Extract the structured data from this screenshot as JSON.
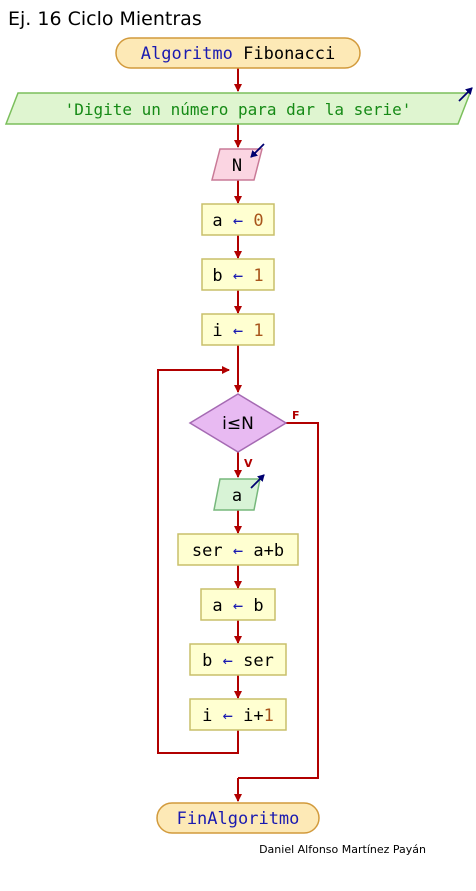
{
  "title": "Ej. 16 Ciclo Mientras",
  "author": "Daniel Alfonso Martínez Payán",
  "colors": {
    "edge": "#b10000",
    "terminal_fill": "#fde9b6",
    "terminal_stroke": "#d29a3c",
    "io_string_fill": "#dff5d0",
    "io_string_stroke": "#7bbf5c",
    "io_read_fill": "#fbd5e2",
    "io_read_stroke": "#c97a97",
    "io_write_fill": "#d8f3d6",
    "io_write_stroke": "#77b87c",
    "process_fill": "#ffffd1",
    "process_stroke": "#c8bf6a",
    "decision_fill": "#e8baf2",
    "decision_stroke": "#a56ab3",
    "keyword": "#1a1ab0",
    "string": "#168a16",
    "number": "#a8561c",
    "text": "#000000",
    "io_arrow": "#000070"
  },
  "nodes": {
    "start": {
      "keyword": "Algoritmo",
      "name": "Fibonacci"
    },
    "write_prompt": {
      "text": "'Digite un número para dar la serie'"
    },
    "read_n": {
      "text": "N"
    },
    "assign_a": {
      "var": "a",
      "arrow": "←",
      "value": "0"
    },
    "assign_b": {
      "var": "b",
      "arrow": "←",
      "value": "1"
    },
    "assign_i": {
      "var": "i",
      "arrow": "←",
      "value": "1"
    },
    "condition": {
      "text": "i≤N",
      "true_label": "V",
      "false_label": "F"
    },
    "write_a": {
      "text": "a"
    },
    "assign_ser": {
      "var": "ser",
      "arrow": "←",
      "value": "a+b"
    },
    "assign_a_b": {
      "var": "a",
      "arrow": "←",
      "value": "b"
    },
    "assign_b_ser": {
      "var": "b",
      "arrow": "←",
      "value": "ser"
    },
    "increment_i": {
      "var": "i",
      "arrow": "←",
      "value_var": "i+",
      "value_num": "1"
    },
    "end": {
      "keyword": "FinAlgoritmo"
    }
  }
}
